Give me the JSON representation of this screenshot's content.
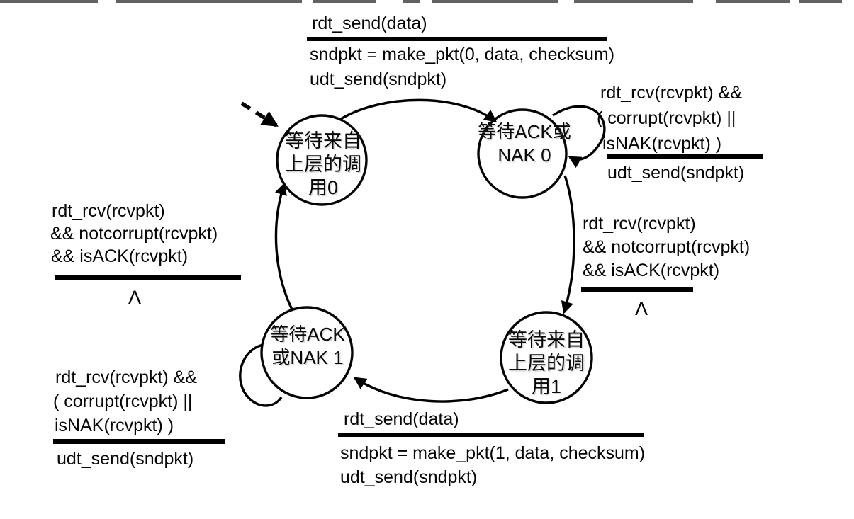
{
  "colors": {
    "ink": "#000000",
    "background": "#ffffff"
  },
  "states": {
    "wait_call_0": {
      "label": "等待来自\n上层的调\n用0"
    },
    "wait_ack_nak_0": {
      "label": "等待ACK或\nNAK 0"
    },
    "wait_call_1": {
      "label": "等待来自\n上层的调\n用1"
    },
    "wait_ack_nak_1": {
      "label": "等待ACK\n或NAK 1"
    }
  },
  "transitions": {
    "send_0": {
      "event": "rdt_send(data)",
      "action1": "sndpkt = make_pkt(0, data, checksum)",
      "action2": "udt_send(sndpkt)"
    },
    "nak_0": {
      "event1": "rdt_rcv(rcvpkt) &&",
      "event2": "( corrupt(rcvpkt) ||",
      "event3": "isNAK(rcvpkt) )",
      "action": "udt_send(sndpkt)"
    },
    "recv_ack_1": {
      "event1": "rdt_rcv(rcvpkt)",
      "event2": "&& notcorrupt(rcvpkt)",
      "event3": "&& isACK(rcvpkt)",
      "action": "Λ"
    },
    "recv_ack_0": {
      "event1": "rdt_rcv(rcvpkt)",
      "event2": "&& notcorrupt(rcvpkt)",
      "event3": "&& isACK(rcvpkt)",
      "action": "Λ"
    },
    "nak_1": {
      "event1": "rdt_rcv(rcvpkt) &&",
      "event2": "( corrupt(rcvpkt) ||",
      "event3": "isNAK(rcvpkt) )",
      "action": "udt_send(sndpkt)"
    },
    "send_1": {
      "event": "rdt_send(data)",
      "action1": "sndpkt = make_pkt(1, data, checksum)",
      "action2": "udt_send(sndpkt)"
    }
  }
}
